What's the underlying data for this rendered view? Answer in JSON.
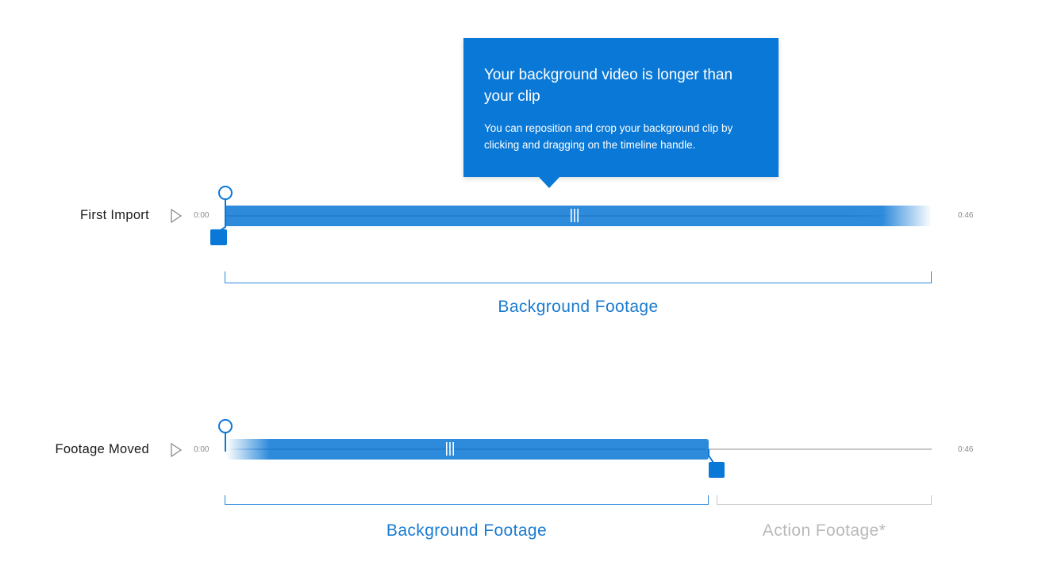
{
  "tooltip": {
    "title": "Your background video is longer than your clip",
    "body": "You can reposition and crop your background clip by clicking and dragging on the timeline handle."
  },
  "rows": [
    {
      "label": "First Import",
      "start_time": "0:00",
      "end_time": "0:46",
      "segments": [
        "Background Footage"
      ]
    },
    {
      "label": "Footage Moved",
      "start_time": "0:00",
      "end_time": "0:46",
      "segments": [
        "Background Footage",
        "Action Footage*"
      ]
    }
  ],
  "icons": {
    "play": "play-icon",
    "grip": "grip-icon"
  },
  "colors": {
    "accent": "#0a78d6",
    "clip": "#2e8bdb",
    "track": "#c8c8c8",
    "muted_label": "#b9b9b9"
  }
}
